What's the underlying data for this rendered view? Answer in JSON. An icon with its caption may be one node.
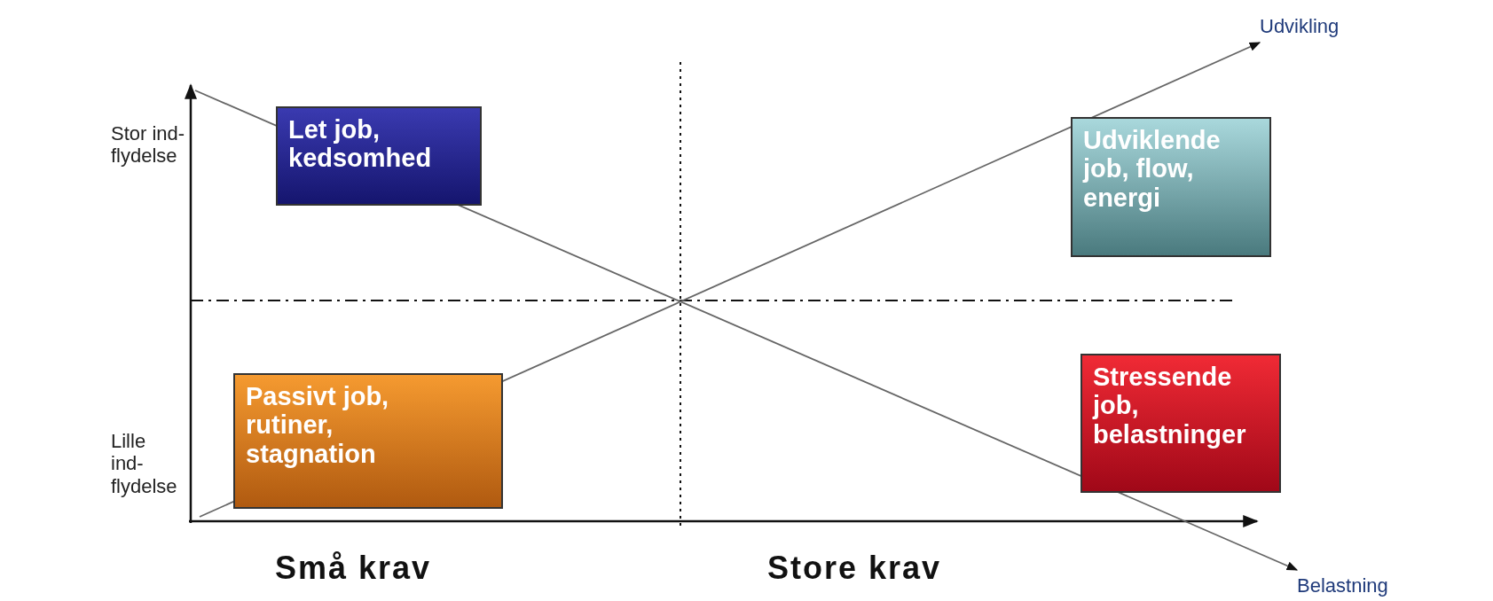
{
  "diagram": {
    "nodes": [
      {
        "text": [
          "Let job, kedsomhed"
        ]
      },
      {
        "text": [
          "Udviklende job, flow, energi"
        ]
      },
      {
        "text": [
          "Passivt job, rutiner, stagnation"
        ]
      },
      {
        "text": [
          "Stressende job, belastninger"
        ]
      },
      {
        "text": [
          "Udvikling"
        ]
      },
      {
        "text": [
          "Belastning"
        ]
      }
    ],
    "edges": [
      {
        "from": null,
        "to": 4,
        "arrow": "to"
      },
      {
        "from": null,
        "to": 5,
        "arrow": "to"
      }
    ],
    "labels": [
      "Stor ind-flydelse",
      "Lille ind-flydelse",
      "Små krav",
      "Store krav"
    ]
  }
}
